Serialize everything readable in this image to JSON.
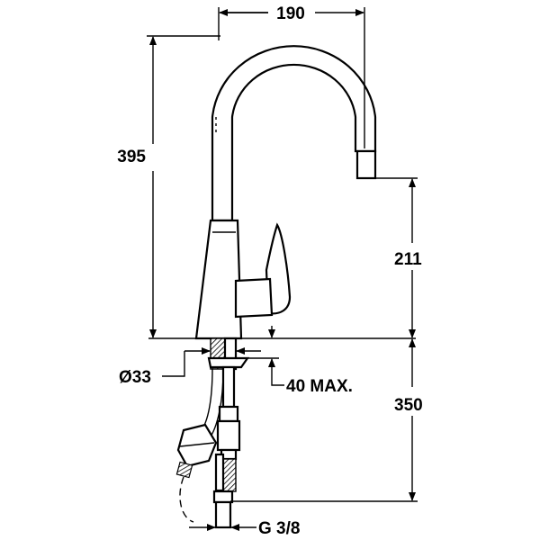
{
  "drawing": {
    "dimensions": {
      "spout_reach": "190",
      "total_height": "395",
      "spout_height": "211",
      "hole_diameter": "Ø33",
      "max_counter_thickness": "40 MAX.",
      "hose_length": "350",
      "connection_thread": "G 3/8"
    },
    "line_color": "#000000",
    "background": "#ffffff"
  }
}
